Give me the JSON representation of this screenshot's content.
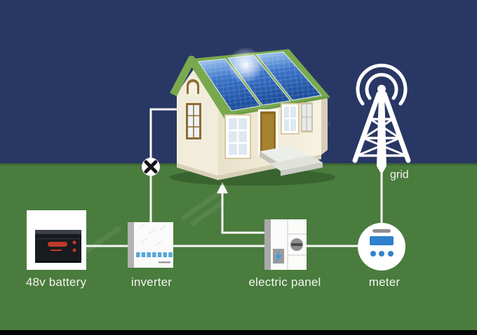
{
  "diagram": {
    "type": "solar-power-system",
    "nodes": [
      {
        "id": "battery",
        "label": "48v battery"
      },
      {
        "id": "inverter",
        "label": "inverter"
      },
      {
        "id": "electric-panel",
        "label": "electric panel"
      },
      {
        "id": "meter",
        "label": "meter"
      },
      {
        "id": "grid",
        "label": "grid"
      },
      {
        "id": "house",
        "label": ""
      }
    ],
    "edges": [
      {
        "from": "battery",
        "to": "inverter",
        "style": "line"
      },
      {
        "from": "inverter",
        "to": "house",
        "style": "line",
        "marker": "x-blocked-switch"
      },
      {
        "from": "inverter",
        "to": "electric-panel",
        "style": "line"
      },
      {
        "from": "electric-panel",
        "to": "house",
        "style": "line",
        "marker": "arrow-up"
      },
      {
        "from": "electric-panel",
        "to": "meter",
        "style": "line"
      },
      {
        "from": "grid",
        "to": "meter",
        "style": "line"
      }
    ],
    "icons": [
      "solar-house-icon",
      "grid-tower-icon",
      "battery-photo-icon",
      "inverter-icon",
      "electric-panel-icon",
      "meter-icon",
      "x-blocked-icon",
      "arrow-up-icon"
    ],
    "colors": {
      "sky": "#293764",
      "ground": "#4a7c3e",
      "footer_bar": "#050505",
      "connection_line": "#f7f7f5",
      "roof_green": "#79a94f",
      "panel_blue": "#2d63b5",
      "meter_blue": "#2e82cd",
      "inverter_led_blue": "#58a7d8",
      "battery_logo_red": "#c0392b",
      "label_text": "#f4f4f0"
    }
  }
}
